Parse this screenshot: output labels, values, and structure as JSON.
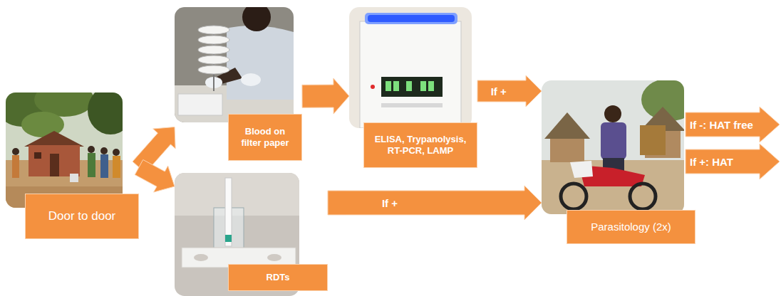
{
  "diagram": {
    "nodes": [
      {
        "text": [
          "Door to door"
        ]
      },
      {
        "text": [
          "Blood on filter paper"
        ]
      },
      {
        "text": [
          "ELISA, Trypanolysis, RT-PCR, LAMP"
        ]
      },
      {
        "text": [
          "RDTs"
        ]
      },
      {
        "text": [
          "Parasitology (2x)"
        ]
      }
    ],
    "edges": [
      {
        "from": 0,
        "to": 1,
        "arrow": "to"
      },
      {
        "from": 0,
        "to": 3,
        "arrow": "to"
      },
      {
        "from": 1,
        "to": 2,
        "arrow": "to"
      },
      {
        "from": 2,
        "to": 4,
        "label": "If +",
        "arrow": "to"
      },
      {
        "from": 3,
        "to": 4,
        "label": "If +",
        "arrow": "to"
      }
    ],
    "labels": [
      "If -: HAT free",
      "If +: HAT"
    ]
  }
}
